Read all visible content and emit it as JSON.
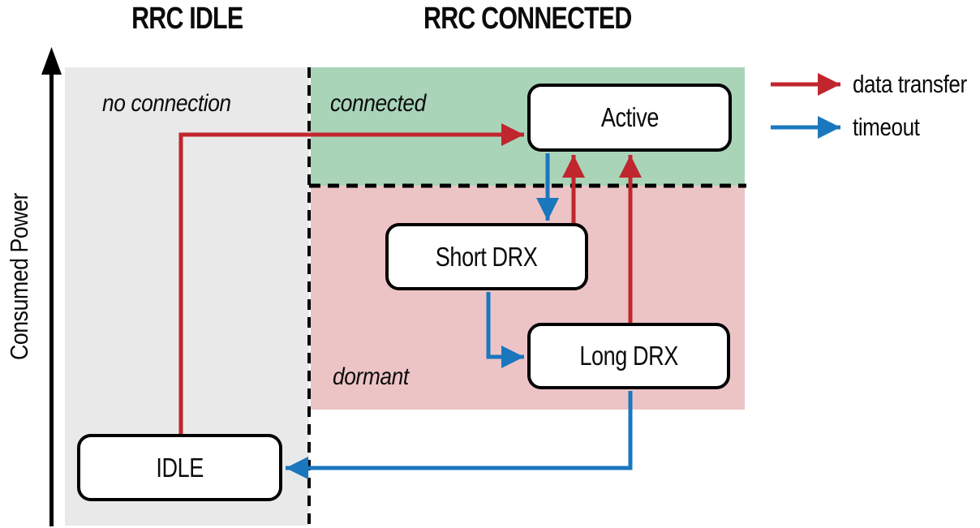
{
  "titles": {
    "left": "RRC IDLE",
    "right": "RRC CONNECTED"
  },
  "y_axis": {
    "label": "Consumed Power"
  },
  "regions": {
    "no_connection": {
      "label": "no connection"
    },
    "connected": {
      "label": "connected"
    },
    "dormant": {
      "label": "dormant"
    }
  },
  "states": {
    "active": {
      "label": "Active"
    },
    "short_drx": {
      "label": "Short DRX"
    },
    "long_drx": {
      "label": "Long DRX"
    },
    "idle": {
      "label": "IDLE"
    }
  },
  "edges": [
    {
      "from": "IDLE",
      "to": "Active",
      "type": "data transfer"
    },
    {
      "from": "Short DRX",
      "to": "Active",
      "type": "data transfer"
    },
    {
      "from": "Long DRX",
      "to": "Active",
      "type": "data transfer"
    },
    {
      "from": "Active",
      "to": "Short DRX",
      "type": "timeout"
    },
    {
      "from": "Short DRX",
      "to": "Long DRX",
      "type": "timeout"
    },
    {
      "from": "Long DRX",
      "to": "IDLE",
      "type": "timeout"
    }
  ],
  "legend": {
    "items": [
      {
        "label": "data transfer",
        "color": "#c0262e"
      },
      {
        "label": "timeout",
        "color": "#1a77be"
      }
    ]
  },
  "colors": {
    "data_transfer_red": "#c0262e",
    "timeout_blue": "#1a77be",
    "connected_bg_green": "#a9d4b8",
    "dormant_bg_pink": "#edc4c6",
    "idle_bg_grey": "#e9e9e9"
  }
}
